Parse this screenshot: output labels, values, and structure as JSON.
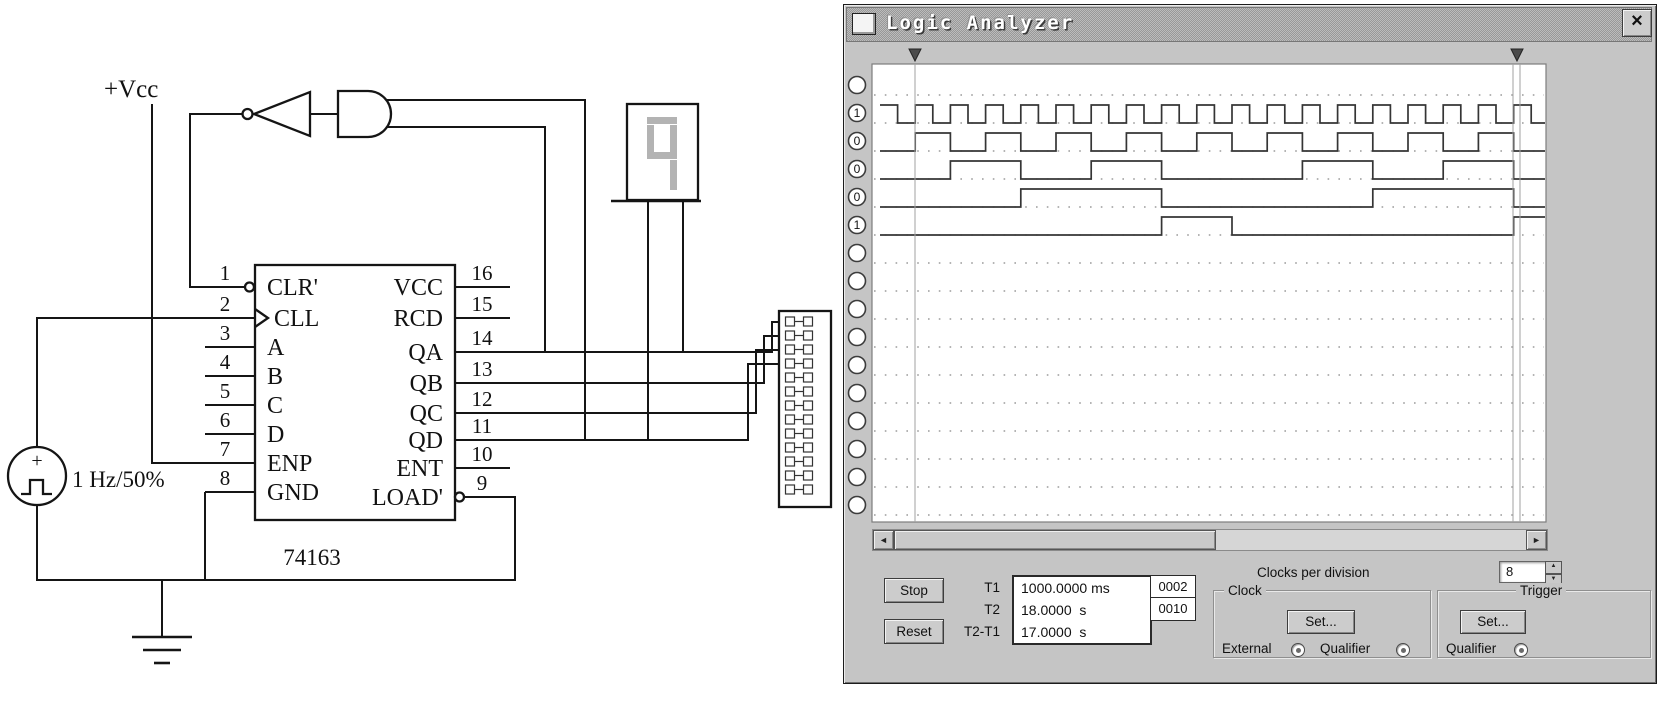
{
  "schematic": {
    "vcc_label": "+Vcc",
    "source_plus": "+",
    "source_label": "1 Hz/50%",
    "display_digit": "9",
    "ic": {
      "name": "74163",
      "left_pins": [
        {
          "num": "1",
          "label": "CLR'"
        },
        {
          "num": "2",
          "label": "CLL"
        },
        {
          "num": "3",
          "label": "A"
        },
        {
          "num": "4",
          "label": "B"
        },
        {
          "num": "5",
          "label": "C"
        },
        {
          "num": "6",
          "label": "D"
        },
        {
          "num": "7",
          "label": "ENP"
        },
        {
          "num": "8",
          "label": "GND"
        }
      ],
      "right_pins": [
        {
          "num": "16",
          "label": "VCC"
        },
        {
          "num": "15",
          "label": "RCD"
        },
        {
          "num": "14",
          "label": "QA"
        },
        {
          "num": "13",
          "label": "QB"
        },
        {
          "num": "12",
          "label": "QC"
        },
        {
          "num": "11",
          "label": "QD"
        },
        {
          "num": "10",
          "label": "ENT"
        },
        {
          "num": "9",
          "label": "LOAD'"
        }
      ]
    }
  },
  "analyzer": {
    "title": "Logic Analyzer",
    "icons": {
      "close": "×",
      "left_arrow": "◄",
      "right_arrow": "►",
      "spin_up": "▲",
      "spin_down": "▼"
    },
    "channels": [
      {
        "value": ""
      },
      {
        "value": "1",
        "bits": "10101010101010101010101010101010101010"
      },
      {
        "value": "0",
        "bits": "00110011001100110011001100110011001100"
      },
      {
        "value": "0",
        "bits": "00001111000011110000000011110000111100"
      },
      {
        "value": "0",
        "bits": "00000000111111110000000000001111111100"
      },
      {
        "value": "1",
        "bits": "00000000000000001111000000000000000011"
      },
      {
        "value": ""
      },
      {
        "value": ""
      },
      {
        "value": ""
      },
      {
        "value": ""
      },
      {
        "value": ""
      },
      {
        "value": ""
      },
      {
        "value": ""
      },
      {
        "value": ""
      },
      {
        "value": ""
      },
      {
        "value": ""
      }
    ],
    "controls": {
      "stop": "Stop",
      "reset": "Reset",
      "t1_label": "T1",
      "t2_label": "T2",
      "t2t1_label": "T2-T1",
      "t1_value": "1000.0000 ms",
      "t2_value": "18.0000  s",
      "t2t1_value": "17.0000  s",
      "readout_top": "0002",
      "readout_bottom": "0010",
      "cpd_label": "Clocks per division",
      "cpd_value": "8",
      "clock_group": "Clock",
      "trigger_group": "Trigger",
      "set_clock": "Set...",
      "set_trigger": "Set...",
      "external": "External",
      "qualifier1": "Qualifier",
      "qualifier2": "Qualifier"
    }
  }
}
